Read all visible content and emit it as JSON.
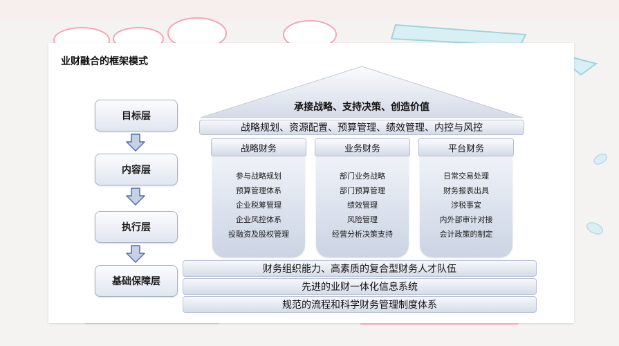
{
  "title": "业财融合的框架模式",
  "layers": [
    {
      "label": "目标层"
    },
    {
      "label": "内容层"
    },
    {
      "label": "执行层"
    },
    {
      "label": "基础保障层"
    }
  ],
  "roof": {
    "goal": "承接战略、支持决策、创造价值",
    "band": "战略规划、资源配置、预算管理、绩效管理、内控与风控"
  },
  "pillars": [
    {
      "title": "战略财务",
      "items": [
        "参与战略规划",
        "预算管理体系",
        "企业税筹管理",
        "企业风控体系",
        "投融资及股权管理"
      ]
    },
    {
      "title": "业务财务",
      "items": [
        "部门业务战略",
        "部门预算管理",
        "绩效管理",
        "风险管理",
        "经营分析决策支持"
      ]
    },
    {
      "title": "平台财务",
      "items": [
        "日常交易处理",
        "财务报表出具",
        "涉税事宜",
        "内外部审计对接",
        "会计政策的制定"
      ]
    }
  ],
  "foundation": [
    "财务组织能力、高素质的复合型财务人才队伍",
    "先进的业财一体化信息系统",
    "规范的流程和科学财务管理制度体系"
  ],
  "colors": {
    "box_fill_top": "#fbfcfe",
    "box_fill_bottom": "#e0e6f0",
    "box_border": "#a5b1c5",
    "arrow_fill": "#c5d1e6",
    "arrow_stroke": "#4f6fa8"
  }
}
